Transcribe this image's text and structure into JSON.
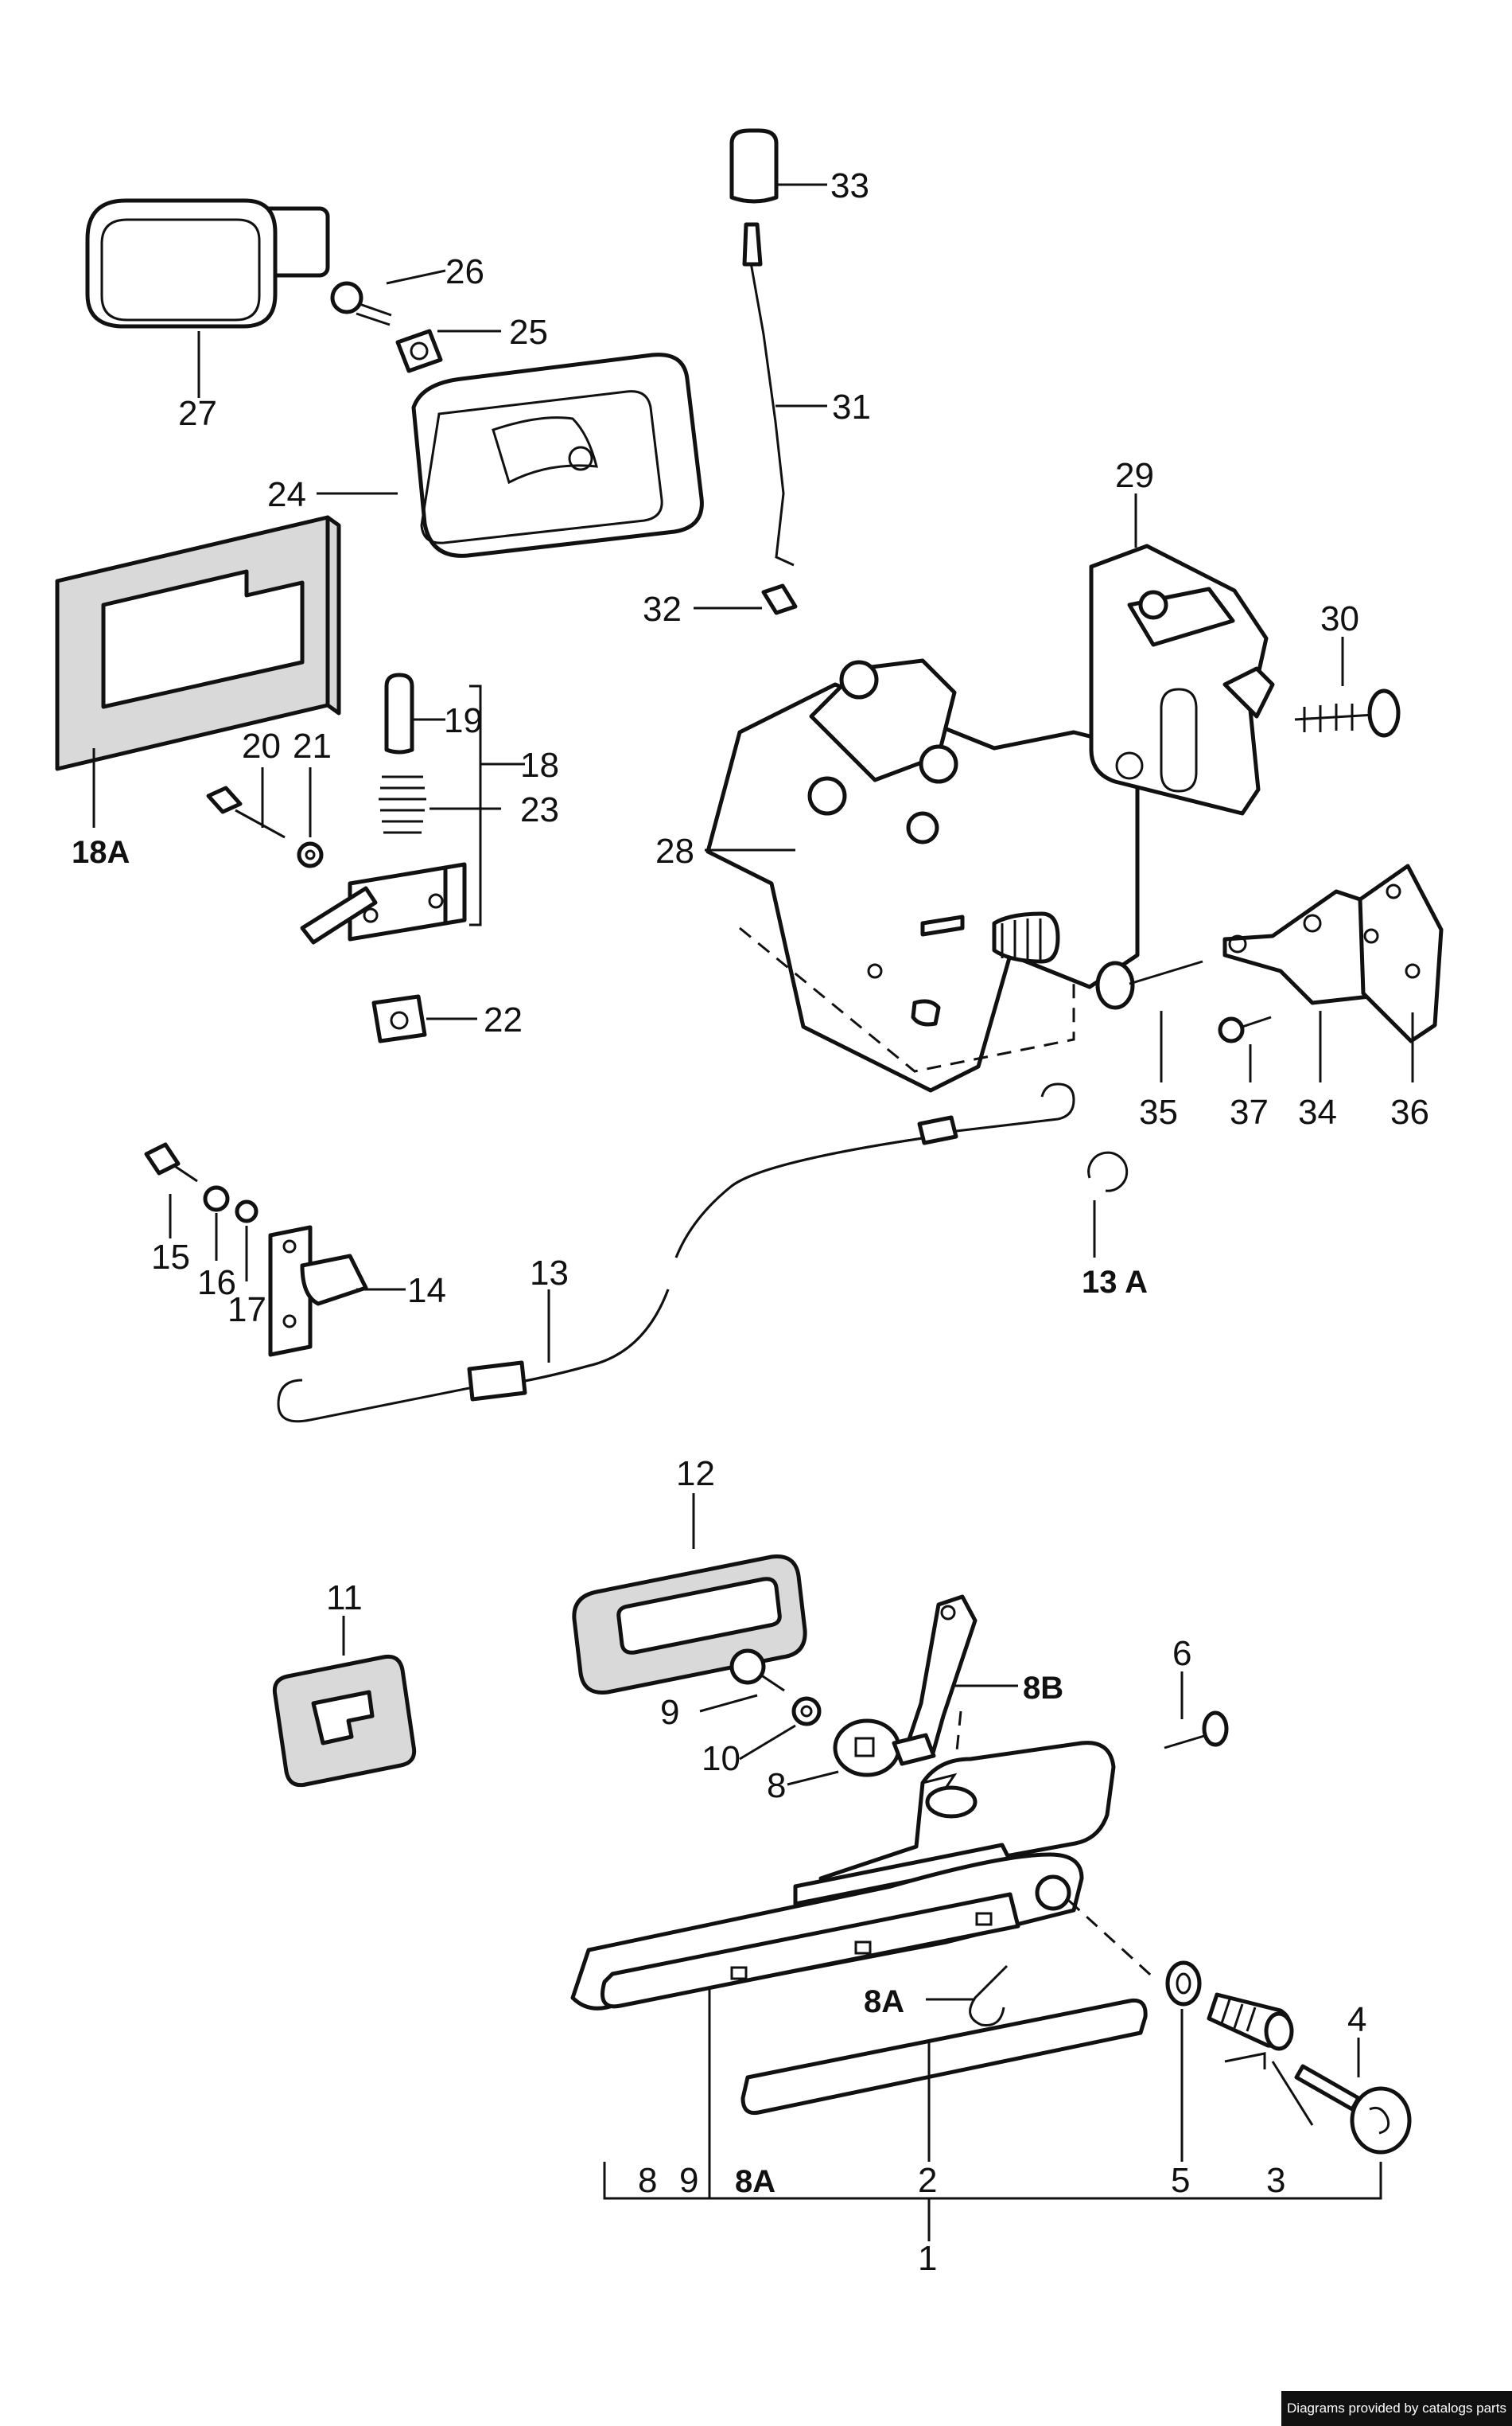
{
  "labels": {
    "l33": "33",
    "l26": "26",
    "l25": "25",
    "l27": "27",
    "l31": "31",
    "l24": "24",
    "l29": "29",
    "l32": "32",
    "l30": "30",
    "l19": "19",
    "l18": "18",
    "l20": "20",
    "l21": "21",
    "l23": "23",
    "l18a": "18A",
    "l28": "28",
    "l22": "22",
    "l35": "35",
    "l37": "37",
    "l34": "34",
    "l36": "36",
    "l15": "15",
    "l16": "16",
    "l17": "17",
    "l14": "14",
    "l13": "13",
    "l13a": "13 A",
    "l12": "12",
    "l11": "11",
    "l6": "6",
    "l8b": "8B",
    "l9": "9",
    "l10": "10",
    "l8": "8",
    "l8a": "8A",
    "l4": "4",
    "b8": "8",
    "b9": "9",
    "b8a": "8A",
    "b2": "2",
    "b5": "5",
    "b3": "3",
    "b1": "1"
  },
  "credit": "Diagrams provided by catalogs parts"
}
